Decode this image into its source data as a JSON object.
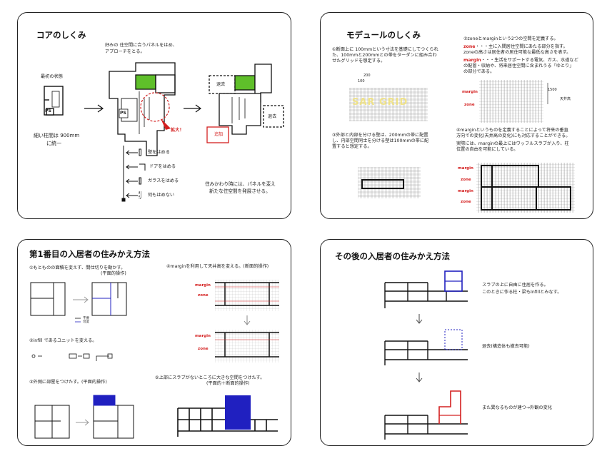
{
  "p1": {
    "title": "コアのしくみ",
    "intro_l1": "好みの 住空間に合うパネルをはめ、",
    "intro_l2": "アプローチをとる。",
    "initial_state": "最初の状態",
    "ps_1": "PS",
    "ps_2": "PS",
    "pitch_l1": "細い柱間は 900mm",
    "pitch_l2": "に統一",
    "enlarge": "拡大！",
    "retreat_1": "退去",
    "retreat_2": "退去",
    "add": "追加",
    "legend": [
      "壁をはめる",
      "ドアをはめる",
      "ガラスをはめる",
      "何もはめない"
    ],
    "note_l1": "住みかわり時には、パネルを変え",
    "note_l2": "新たな住空間を発展させる。"
  },
  "p2": {
    "title": "モデュールのしくみ",
    "s1_l1": "①断面上に 100mmという寸法を基礎にしてつくられ",
    "s1_l2": "た、100mmと200mmとの帯をターダンに組み合わ",
    "s1_l3": "せたグリッドを想定する。",
    "dim_200": "200",
    "dim_100": "100",
    "watermark": "SAR GRID",
    "s2_l1": "②zoneとmarginという2つの空間を定義する。",
    "zone_word": "zone",
    "zone_def": "・・・主に入間居住空間にあたる部分を指す。",
    "zone_def2": "zoneの高さは居住者の居住可能な最低な高さを表す。",
    "margin_word": "margin",
    "margin_def": "・・・生活をサポートする電気、ガス、水道など",
    "margin_def2": "の配管・収納や、将来居住空間に含まれうる「ゆとり」",
    "margin_def3": "の部分である。",
    "lab_margin": "margin",
    "lab_zone": "zone",
    "dim_right": "1500",
    "ceiling": "天井高",
    "s3_l1": "③外部と内部を分ける壁は、200mmの帯に配置",
    "s3_l2": "し、内部空間同士を分ける壁は100mmの帯に配",
    "s3_l3": "置すると想定する。",
    "s4_l1": "④marginというものを定義することによって将来の垂直",
    "s4_l2": "方向での変化(天井高の変化)にも対応することができる。",
    "s4_l3": "実際には、marginの最上にはワッフルスラブが入り、柱",
    "s4_l4": "位置の自由を可能にしている。",
    "g_labels": [
      "margin",
      "zone",
      "margin",
      "zone"
    ]
  },
  "p3": {
    "title": "第1番目の入居者の住みかえ方法",
    "s1_l1": "①もとものの面積を変えず、間仕切りを動かす。",
    "s1_l2": "(平面的操作)",
    "legend_a": "不要",
    "legend_b": "可変",
    "s2": "②infill であるユニットを変える。",
    "s3": "③外側に部屋をつけたす。(平面的操作)",
    "s4": "④marginを利用して天井高を変える。(断面的操作)",
    "lab_margin1": "margin",
    "lab_zone1": "zone",
    "lab_margin2": "margin",
    "lab_zone2": "zone",
    "s5_l1": "⑤上部にスラブがないところに大きな空間をつけたす。",
    "s5_l2": "(平面的＋断面的操作)"
  },
  "p4": {
    "title": "その後の入居者の住みかえ方法",
    "n1_l1": "スラブの上に自由に住居を作る。",
    "n1_l2": "このときに作る柱・梁もInfillとみなす。",
    "n2": "退去(構造体も撤去可能)",
    "n3": "また異なるものが建つ→外観の変化"
  },
  "colors": {
    "green": "#5fbf2a",
    "blue": "#2020c0",
    "red": "#d42020"
  }
}
